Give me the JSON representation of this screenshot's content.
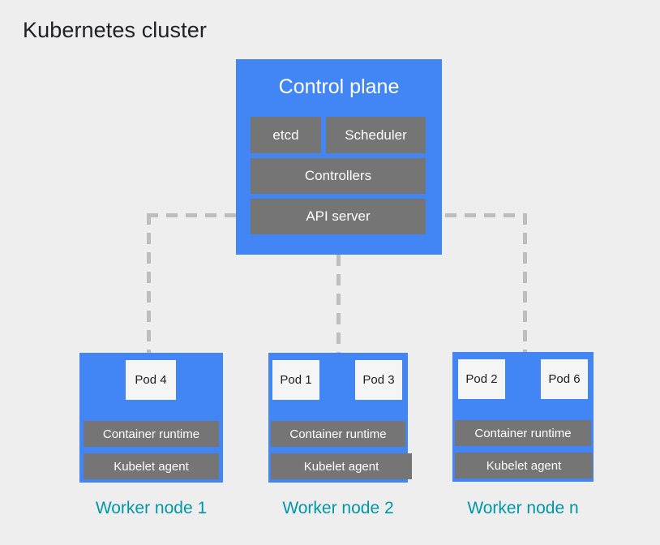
{
  "title": "Kubernetes cluster",
  "colors": {
    "background": "#eeeeee",
    "node_blue": "#4285f4",
    "component_gray": "#757575",
    "pod_white": "#f5f5f5",
    "caption_teal": "#0097a7",
    "connector_gray": "#bdbdbd",
    "title_black": "#202124"
  },
  "control_plane": {
    "title": "Control plane",
    "components": [
      {
        "label": "etcd"
      },
      {
        "label": "Scheduler"
      },
      {
        "label": "Controllers"
      },
      {
        "label": "API server"
      }
    ]
  },
  "worker_nodes": [
    {
      "caption": "Worker node 1",
      "pods": [
        {
          "label": "Pod 4"
        }
      ],
      "runtime": "Container runtime",
      "kubelet": "Kubelet agent"
    },
    {
      "caption": "Worker node 2",
      "pods": [
        {
          "label": "Pod 1"
        },
        {
          "label": "Pod 3"
        }
      ],
      "runtime": "Container runtime",
      "kubelet": "Kubelet agent"
    },
    {
      "caption": "Worker node n",
      "pods": [
        {
          "label": "Pod 2"
        },
        {
          "label": "Pod 6"
        }
      ],
      "runtime": "Container runtime",
      "kubelet": "Kubelet agent"
    }
  ],
  "connectors": {
    "style": "dashed",
    "description": "API server connects to each worker node"
  }
}
